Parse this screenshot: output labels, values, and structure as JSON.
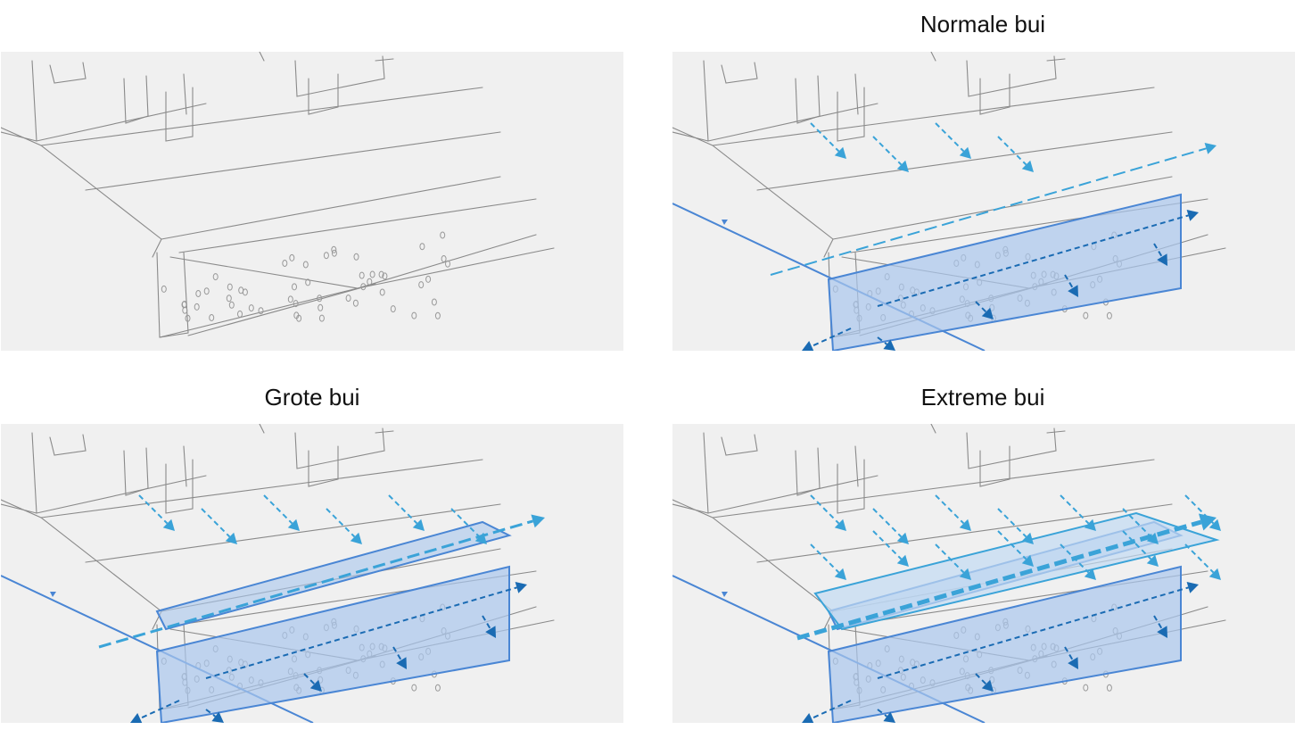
{
  "titles": {
    "normal": "Normale bui",
    "large": "Grote bui",
    "extreme": "Extreme bui"
  },
  "panels": [
    {
      "id": "panel-dry",
      "title": "",
      "rain_level": 0
    },
    {
      "id": "panel-normal",
      "title": "Normale bui",
      "rain_level": 1
    },
    {
      "id": "panel-large",
      "title": "Grote bui",
      "rain_level": 2
    },
    {
      "id": "panel-extreme",
      "title": "Extreme bui",
      "rain_level": 3
    }
  ],
  "colors": {
    "panel_bg": "#f0f0f0",
    "sketch": "#8a8a8a",
    "water_fill": "#a9c6ec",
    "water_line": "#4a86d4",
    "arrow_light": "#3aa3d8",
    "arrow_dark": "#1a6bb3"
  }
}
